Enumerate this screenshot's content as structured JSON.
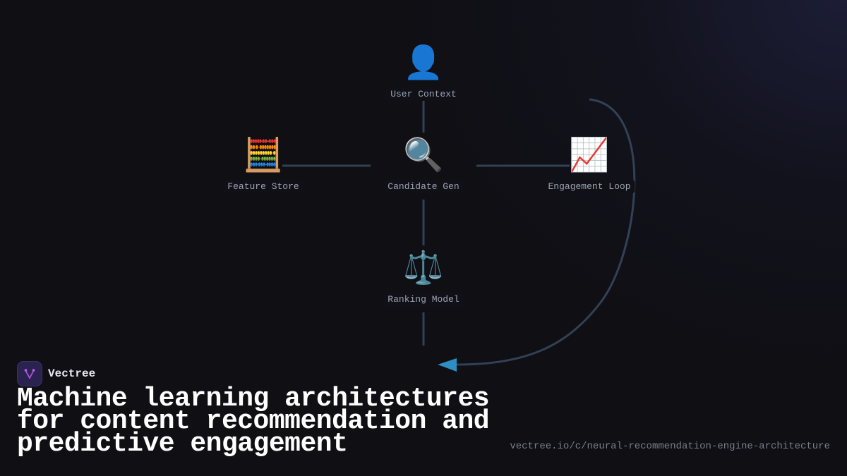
{
  "diagram": {
    "nodes": [
      {
        "id": "user-context",
        "label": "User Context",
        "icon": "bust-silhouette-icon",
        "glyph": "👤"
      },
      {
        "id": "feature-store",
        "label": "Feature Store",
        "icon": "abacus-icon",
        "glyph": "🧮"
      },
      {
        "id": "candidate-gen",
        "label": "Candidate Gen",
        "icon": "magnifying-glass-icon",
        "glyph": "🔍"
      },
      {
        "id": "engagement-loop",
        "label": "Engagement Loop",
        "icon": "chart-increasing-icon",
        "glyph": "📈"
      },
      {
        "id": "ranking-model",
        "label": "Ranking Model",
        "icon": "balance-scale-icon",
        "glyph": "⚖️"
      }
    ],
    "edges": [
      {
        "from": "user-context",
        "to": "candidate-gen"
      },
      {
        "from": "feature-store",
        "to": "candidate-gen"
      },
      {
        "from": "candidate-gen",
        "to": "engagement-loop"
      },
      {
        "from": "candidate-gen",
        "to": "ranking-model"
      },
      {
        "from": "engagement-loop",
        "to": "ranking-model",
        "type": "curved-feedback-arrow"
      }
    ],
    "colors": {
      "edge": "#334155",
      "arrow": "#2d8fc4",
      "label": "#9aa3b5"
    }
  },
  "brand": {
    "name": "Vectree",
    "logo_color": "#2a2350",
    "logo_accent": "#b04fd8"
  },
  "title": "Machine learning architectures for content recommendation and predictive engagement",
  "url": "vectree.io/c/neural-recommendation-engine-architecture"
}
